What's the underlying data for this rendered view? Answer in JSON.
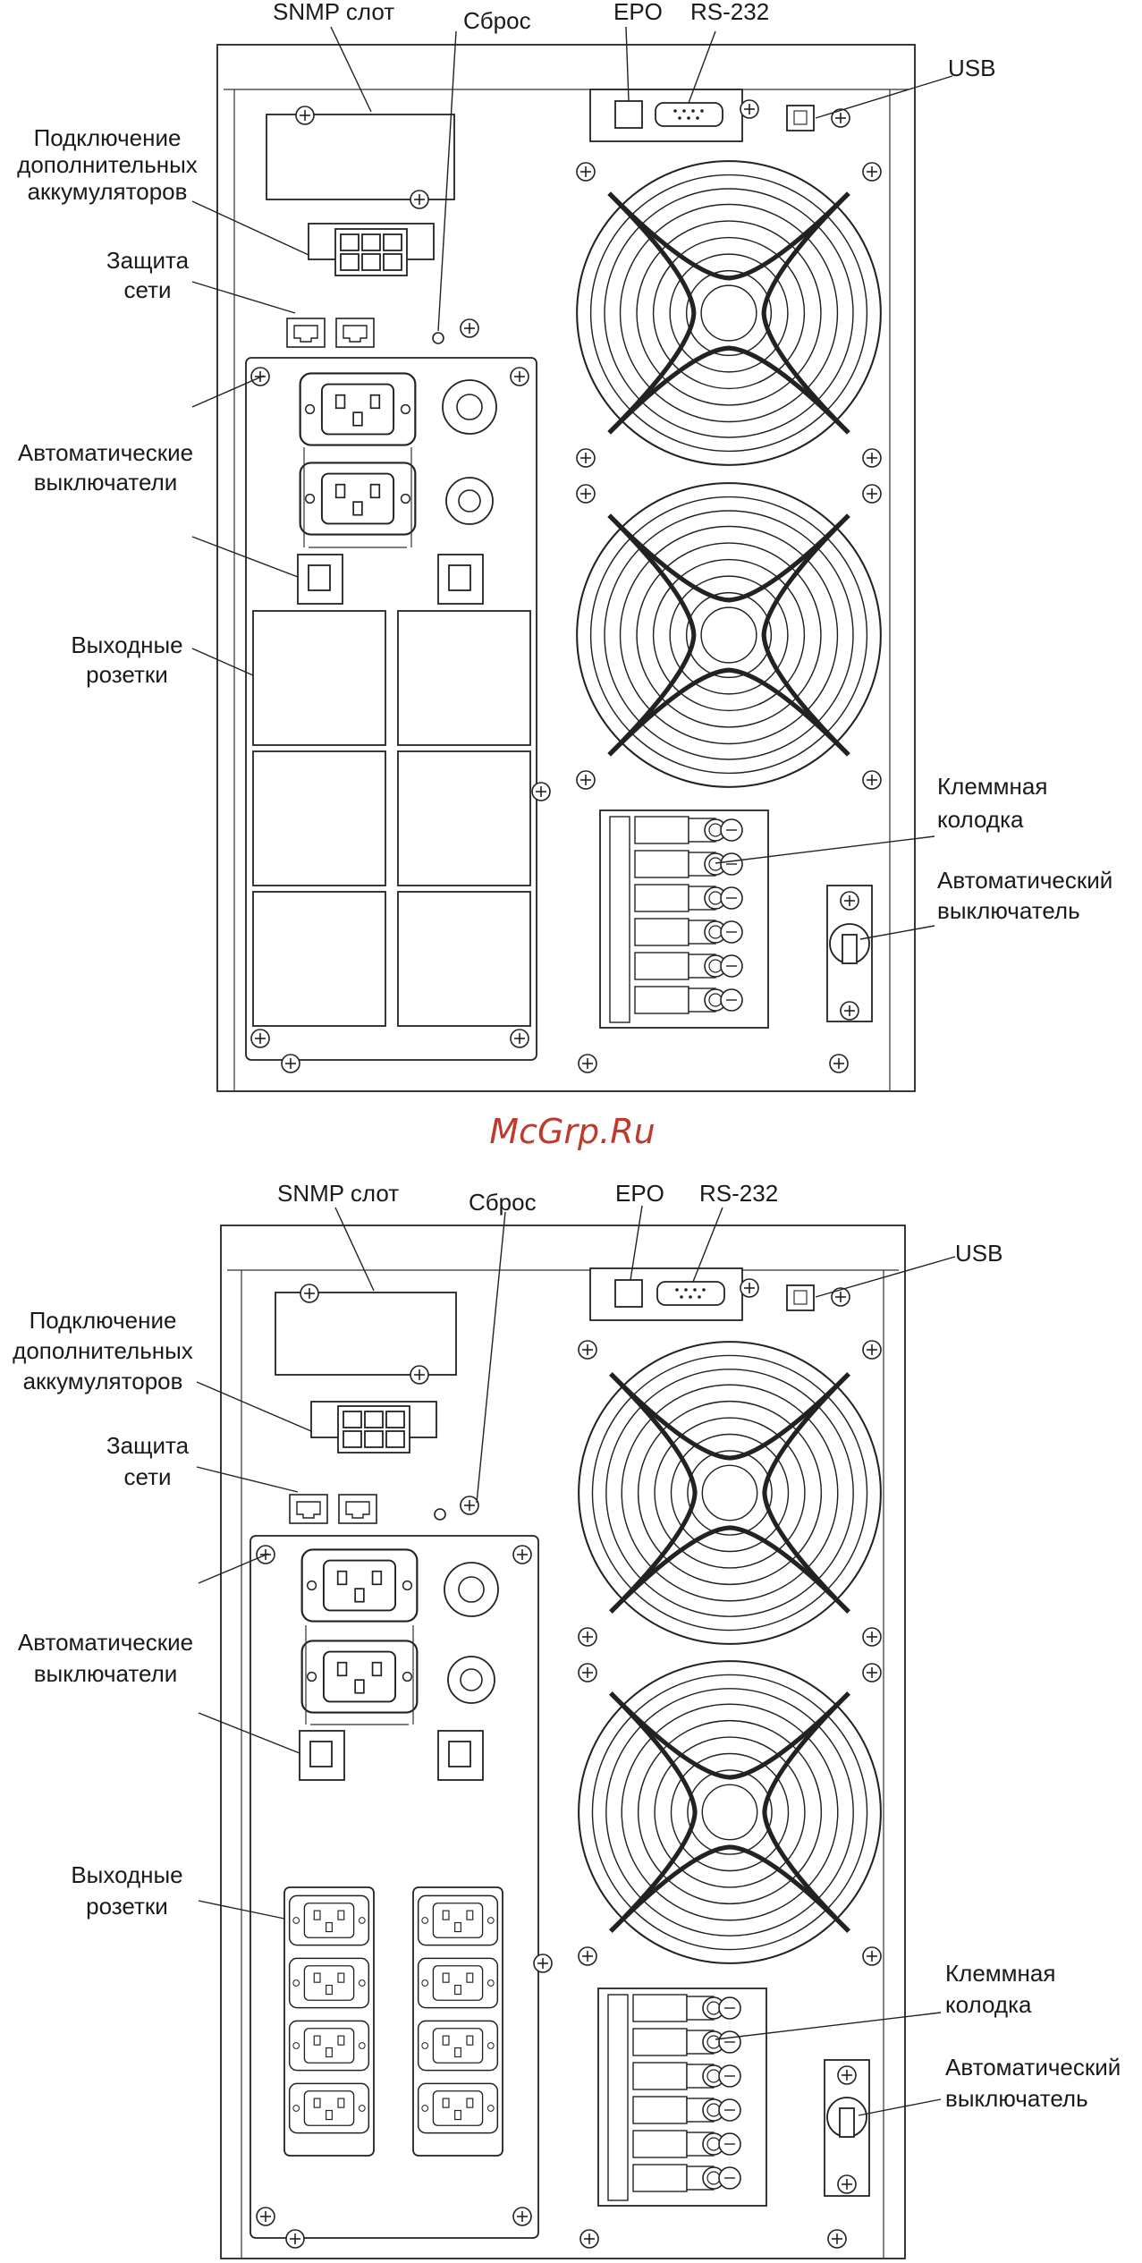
{
  "watermark": "McGrp.Ru",
  "labels": {
    "snmp": "SNMP слот",
    "reset": "Сброс",
    "epo": "EPO",
    "rs232": "RS-232",
    "usb": "USB",
    "battery_line1": "Подключение",
    "battery_line2": "дополнительных",
    "battery_line3": "аккумуляторов",
    "network_line1": "Защита",
    "network_line2": "сети",
    "breakers_line1": "Автоматические",
    "breakers_line2": "выключатели",
    "outlets_line1": "Выходные",
    "outlets_line2": "розетки",
    "terminal_line1": "Клеммная",
    "terminal_line2": "колодка",
    "breaker_single_line1": "Автоматический",
    "breaker_single_line2": "выключатель"
  }
}
